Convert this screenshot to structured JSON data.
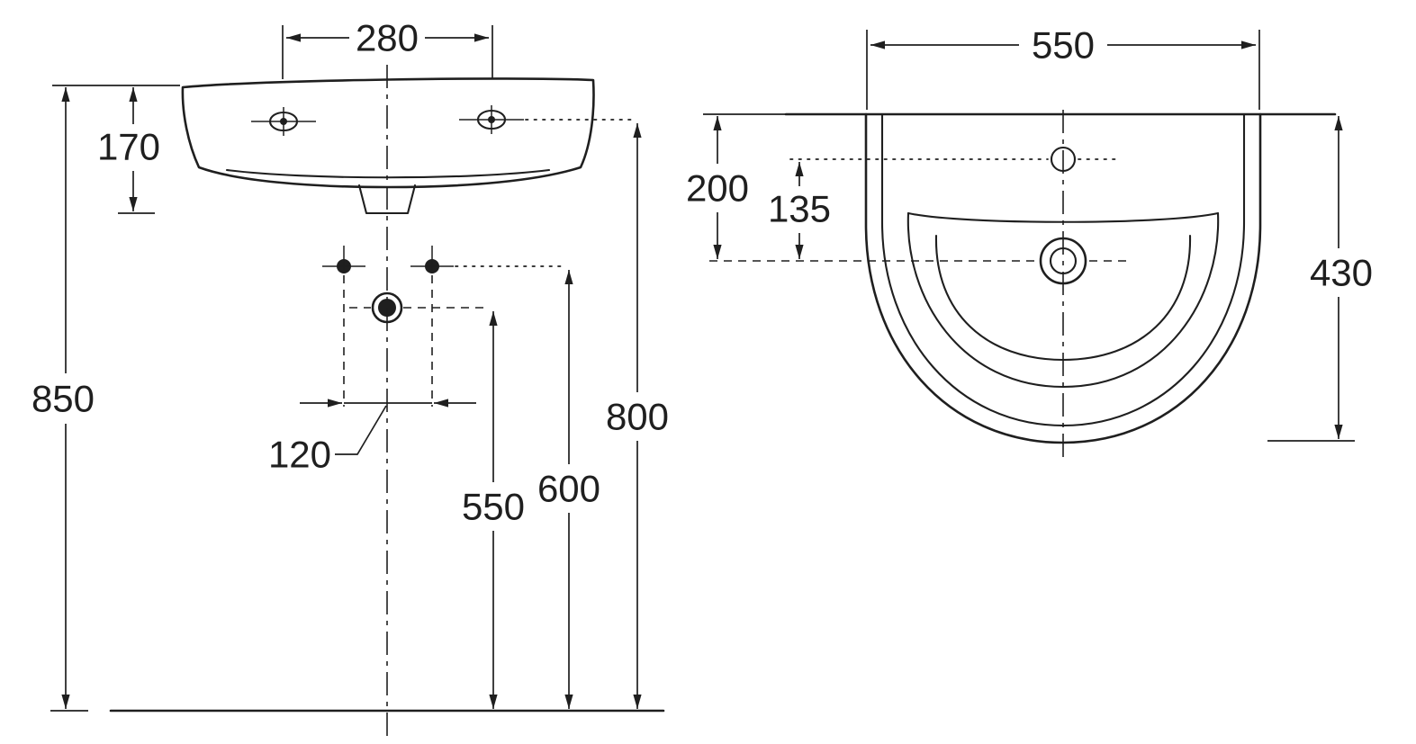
{
  "colors": {
    "line": "#1f1f1f",
    "background": "#ffffff"
  },
  "front_view": {
    "dims": {
      "tap_hole_spacing": "280",
      "apron_height": "170",
      "mount_height": "850",
      "outlet_spacing": "120",
      "trap_height": "550",
      "supply_height": "600",
      "tap_height": "800"
    }
  },
  "top_view": {
    "dims": {
      "width": "550",
      "wall_to_bowl_center": "200",
      "tap_to_bowl_center": "135",
      "depth": "430"
    }
  }
}
